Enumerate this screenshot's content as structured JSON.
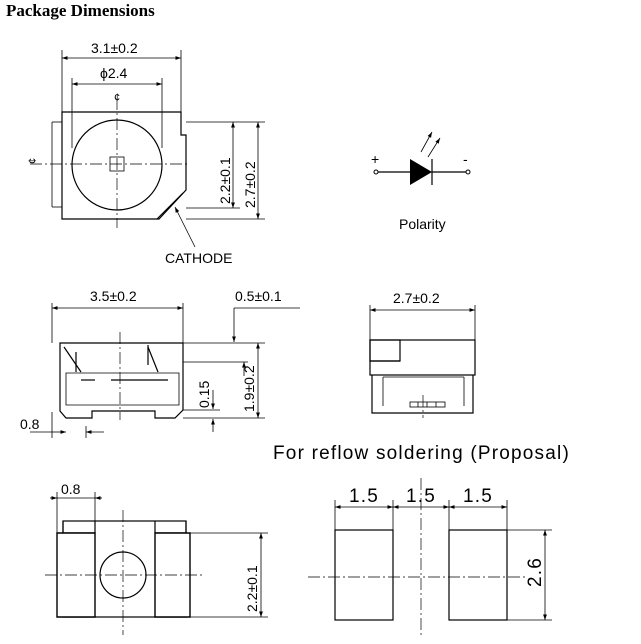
{
  "title": "Package Dimensions",
  "labels": {
    "top_width": "3.1±0.2",
    "lens_diameter": "ϕ2.4",
    "center_mark": "¢",
    "height_inner": "2.2±0.1",
    "height_outer": "2.7±0.2",
    "cathode": "CATHODE",
    "polarity": "Polarity",
    "plus": "+",
    "minus": "-",
    "side_width": "3.5±0.2",
    "lead_offset": "0.5±0.1",
    "side_height": "1.9±0.2",
    "lead_thickness": "0.15",
    "lead_length": "0.8",
    "end_width": "2.7±0.2",
    "reflow_title": "For reflow soldering (Proposal)",
    "bottom_lead": "0.8",
    "bottom_height": "2.2±0.1",
    "pad_w1": "1.5",
    "pad_gap": "1.5",
    "pad_w2": "1.5",
    "pad_height": "2.6"
  }
}
